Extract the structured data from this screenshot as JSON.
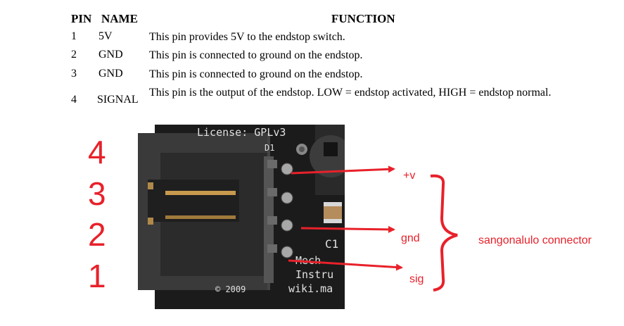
{
  "table": {
    "headers": {
      "pin": "PIN",
      "name": "NAME",
      "function": "FUNCTION"
    },
    "rows": [
      {
        "pin": "1",
        "name": "5V",
        "function": "This pin provides 5V to the endstop switch."
      },
      {
        "pin": "2",
        "name": "GND",
        "function": "This pin is connected to ground on the endstop."
      },
      {
        "pin": "3",
        "name": "GND",
        "function": "This pin is connected to ground on the endstop."
      },
      {
        "pin": "4",
        "name": "SIGNAL",
        "function": "This pin is the output of the endstop. LOW = endstop activated, HIGH = endstop normal."
      }
    ]
  },
  "figure": {
    "pin_numbers": [
      "4",
      "3",
      "2",
      "1"
    ],
    "board_silkscreen": [
      "License: GPLv3",
      "D1",
      "C1",
      "Mech",
      "Instru",
      "wiki.ma",
      "© 2009"
    ],
    "annotations": {
      "vplus": "+v",
      "gnd": "gnd",
      "sig": "sig",
      "bracket_label": "sangonalulo connector"
    },
    "colors": {
      "annotation_red": "#e8212a",
      "board": "#1b1b1b"
    }
  }
}
